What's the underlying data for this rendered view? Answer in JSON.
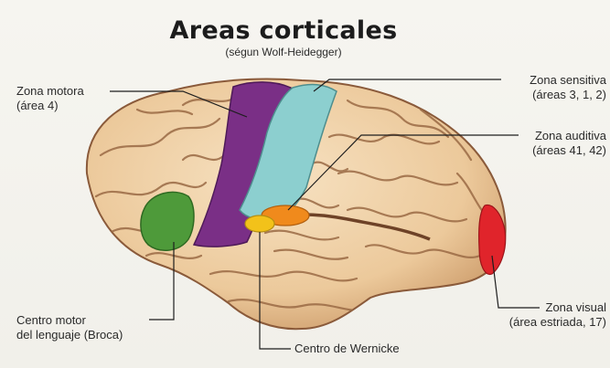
{
  "title": "Areas corticales",
  "subtitle": "(ségun Wolf-Heidegger)",
  "labels": {
    "motor_name": "Zona motora",
    "motor_area": "(área 4)",
    "sensory_name": "Zona sensitiva",
    "sensory_area": "(áreas 3, 1, 2)",
    "auditory_name": "Zona auditiva",
    "auditory_area": "(áreas 41, 42)",
    "visual_name": "Zona visual",
    "visual_area": "(área estriada, 17)",
    "broca_line1": "Centro motor",
    "broca_line2": "del lenguaje (Broca)",
    "wernicke": "Centro de Wernicke"
  },
  "colors": {
    "motor": "#7a2f86",
    "sensory": "#8ccfcf",
    "auditory": "#f08a1c",
    "wernicke": "#f2c21a",
    "broca": "#4e9a3a",
    "visual": "#e0242b",
    "cortex": "#f0d2a8",
    "sulcus": "#8a5a3a"
  }
}
